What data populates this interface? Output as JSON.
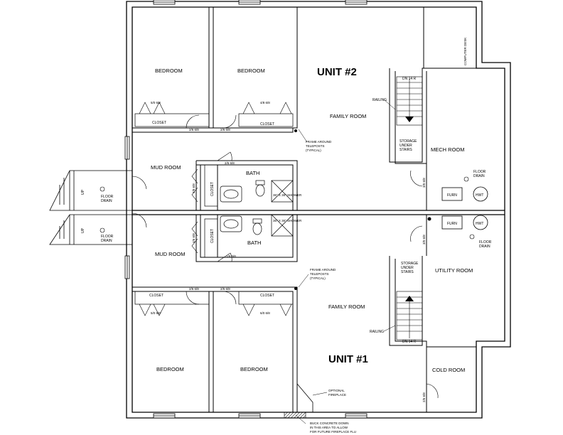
{
  "units": {
    "unit2": {
      "title": "UNIT #2",
      "bedroom_left": "BEDROOM",
      "bedroom_right": "BEDROOM",
      "family_room": "FAMILY ROOM",
      "mud_room": "MUD ROOM",
      "bath": "BATH",
      "mech_room": "MECH ROOM",
      "storage": [
        "STORAGE",
        "UNDER",
        "STAIRS"
      ],
      "floor_drain_left": [
        "FLOOR",
        "DRAIN"
      ],
      "floor_drain_right": [
        "FLOOR",
        "DRAIN"
      ],
      "furn": "FURN",
      "hwt": "HWT",
      "closet_left": "CLOSET",
      "closet_right": "CLOSET",
      "closet_mud": "CLOSET",
      "door_left_bed": "5/0 6/8",
      "door_right_bed": "4/8 6/8",
      "door_bed_left": "2/6 6/8",
      "door_bed_right": "2/6 6/8",
      "door_bath": "2/6 6/8",
      "door_mud_closet": "4/8 6/8",
      "door_mech": "3/0 6/8",
      "shower": "36\" X 36\" SHOWER",
      "railing": "RAILING",
      "stairs": "DN 14 R",
      "up": "UP",
      "frame": [
        "FRAME AROUND",
        "TELEPOSTS",
        "(TYPICAL)"
      ],
      "computer_desk": "COMPUTER DESK"
    },
    "unit1": {
      "title": "UNIT #1",
      "bedroom_left": "BEDROOM",
      "bedroom_right": "BEDROOM",
      "family_room": "FAMILY ROOM",
      "mud_room": "MUD ROOM",
      "bath": "BATH",
      "utility_room": "UTILITY ROOM",
      "cold_room": "COLD ROOM",
      "storage": [
        "STORAGE",
        "UNDER",
        "STAIRS"
      ],
      "floor_drain_left": [
        "FLOOR",
        "DRAIN"
      ],
      "floor_drain_right": [
        "FLOOR",
        "DRAIN"
      ],
      "furn": "FURN",
      "hwt": "HWT",
      "closet_left": "CLOSET",
      "closet_right": "CLOSET",
      "closet_mud": "CLOSET",
      "door_left_bed": "5/0 6/8",
      "door_right_bed": "6/0 6/8",
      "door_bed_left": "2/6 6/8",
      "door_bed_right": "2/6 6/8",
      "door_bath": "1/6 6/8",
      "door_mud_closet": "4/6 6/8",
      "door_utility": "3/0 6/8",
      "door_cold": "2/6 6/8",
      "shower": "36\" X 36\" SHOWER",
      "railing": "RAILING",
      "stairs": "DN 14 R",
      "up": "UP",
      "frame": [
        "FRAME AROUND",
        "TELEPOSTS",
        "(TYPICAL)"
      ],
      "fireplace": [
        "OPTIONAL",
        "FIREPLACE"
      ],
      "concrete": [
        "BUCK CONCRETE DOWN",
        "IN THIS AREA TO ALLOW",
        "FOR FUTURE FIREPLACE FLU"
      ]
    }
  }
}
